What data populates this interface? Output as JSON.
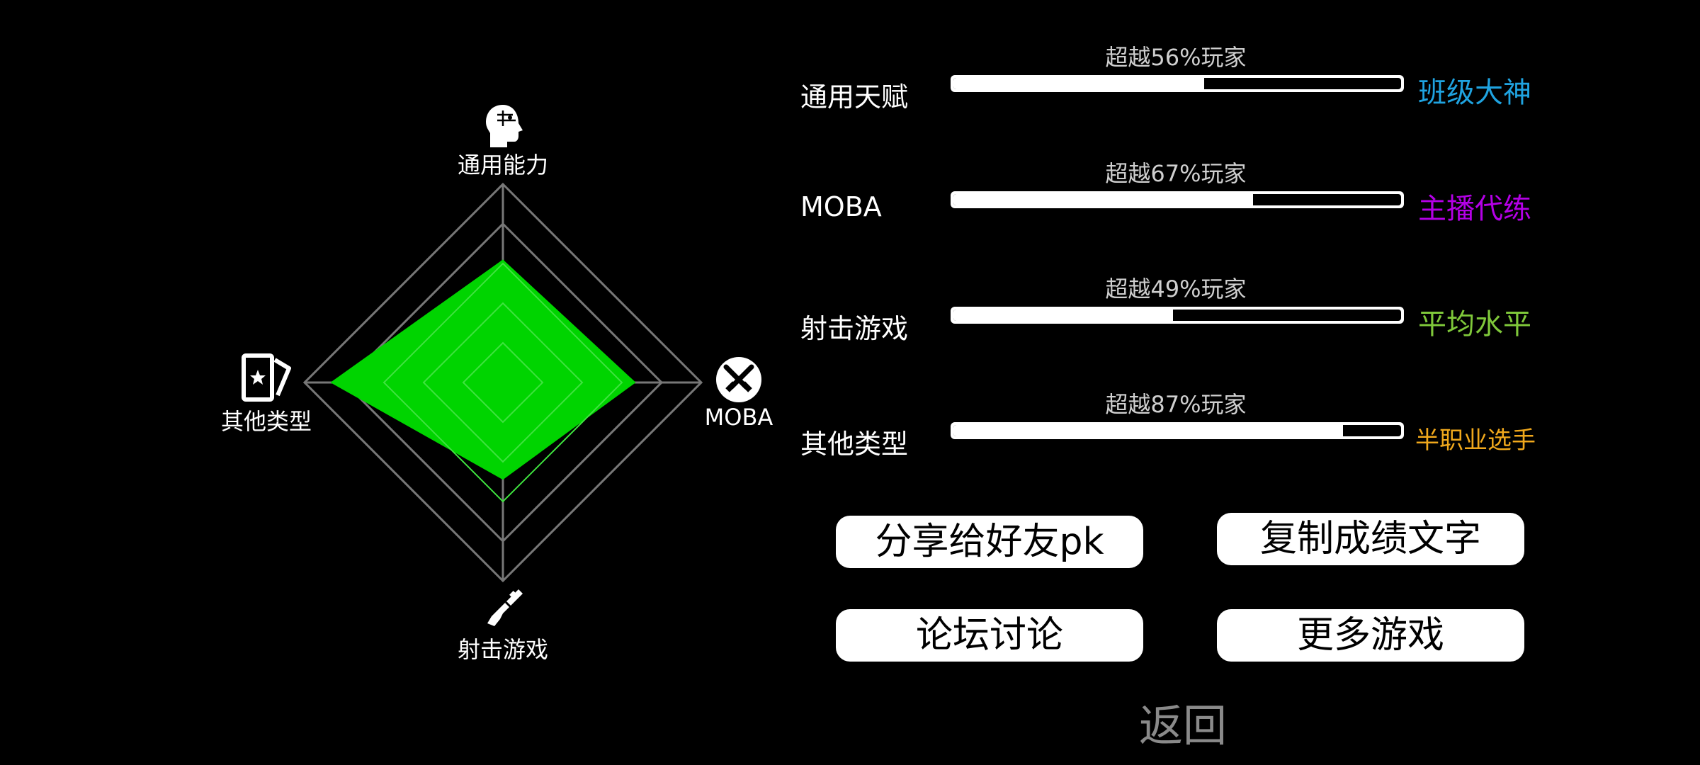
{
  "radar": {
    "axes": [
      {
        "label": "通用能力",
        "icon": "head-profile-icon",
        "value": 0.62
      },
      {
        "label": "MOBA",
        "icon": "crossed-swords-icon",
        "value": 0.67
      },
      {
        "label": "射击游戏",
        "icon": "rifle-icon",
        "value": 0.49
      },
      {
        "label": "其他类型",
        "icon": "star-card-icon",
        "value": 0.87
      }
    ],
    "fill_color": "#00d400",
    "grid_color": "#777777"
  },
  "stats": [
    {
      "name": "通用天赋",
      "percentile_text": "超越56%玩家",
      "percent": 56,
      "rank": "班级大神",
      "rank_color": "#1fa3e0"
    },
    {
      "name": "MOBA",
      "percentile_text": "超越67%玩家",
      "percent": 67,
      "rank": "主播代练",
      "rank_color": "#b400e6"
    },
    {
      "name": "射击游戏",
      "percentile_text": "超越49%玩家",
      "percent": 49,
      "rank": "平均水平",
      "rank_color": "#7fc83a"
    },
    {
      "name": "其他类型",
      "percentile_text": "超越87%玩家",
      "percent": 87,
      "rank": "半职业选手",
      "rank_color": "#f0a81c"
    }
  ],
  "buttons": {
    "share": "分享给好友pk",
    "copy": "复制成绩文字",
    "forum": "论坛讨论",
    "more": "更多游戏"
  },
  "back_label": "返回"
}
